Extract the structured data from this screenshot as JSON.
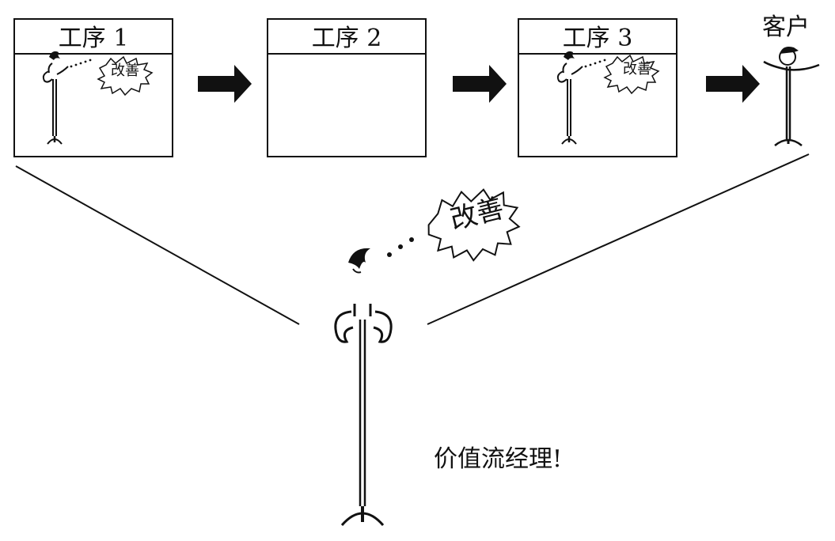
{
  "processes": [
    {
      "label": "工序 1",
      "has_worker": true,
      "burst": "改善"
    },
    {
      "label": "工序 2",
      "has_worker": false,
      "burst": ""
    },
    {
      "label": "工序 3",
      "has_worker": true,
      "burst": "改善"
    }
  ],
  "customer": {
    "label": "客户"
  },
  "manager": {
    "burst": "改善",
    "caption": "价值流经理!"
  },
  "colors": {
    "ink": "#111111",
    "paper": "#ffffff"
  }
}
